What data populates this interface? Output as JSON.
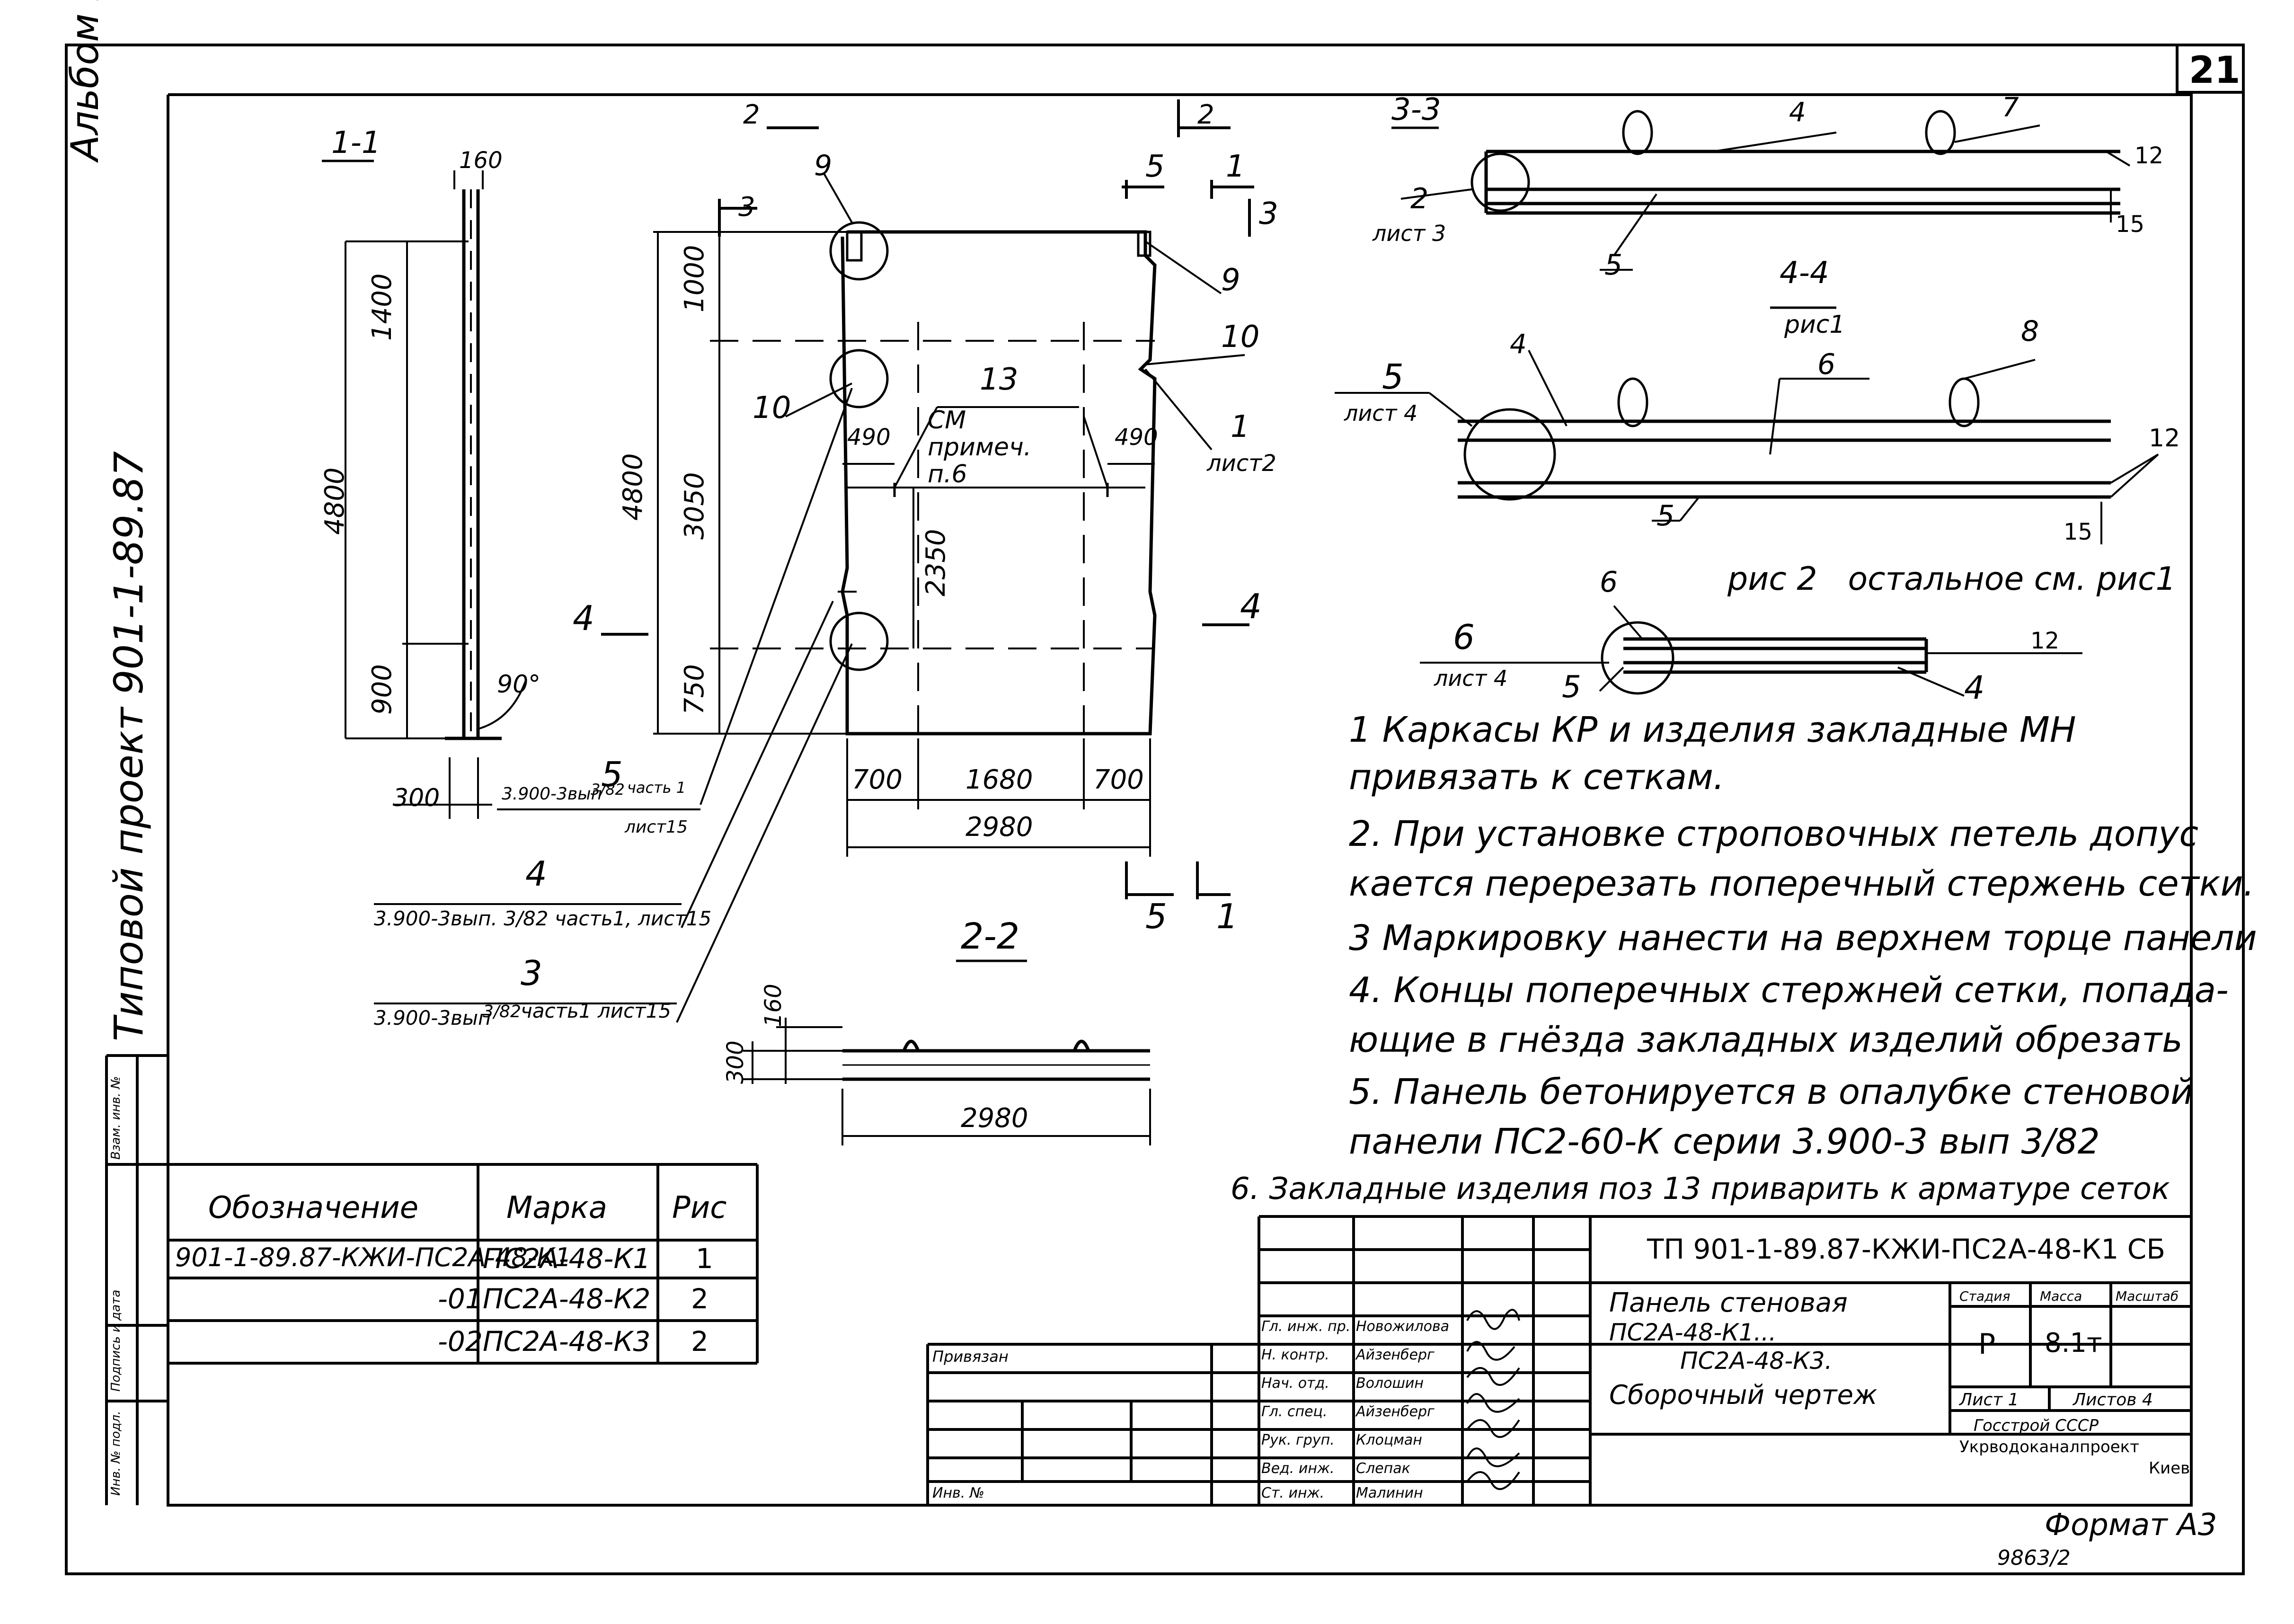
{
  "sheet": {
    "sheet_number": "21",
    "album": "Альбом IV",
    "project": "Типовой проект 901-1-89.87",
    "format": "Формат А3",
    "inv": "9863/2",
    "stamp_side": [
      "Инв. № подл.",
      "Подпись и дата",
      "Взам. инв. №"
    ]
  },
  "views": {
    "section_1_1": {
      "title": "1-1",
      "dims": [
        "160",
        "1400",
        "4800",
        "900",
        "300",
        "90°"
      ]
    },
    "front": {
      "section_marks": [
        "2",
        "2",
        "5",
        "1",
        "3",
        "3",
        "4",
        "4",
        "5",
        "1"
      ],
      "positions": [
        "9",
        "9",
        "10",
        "10",
        "13",
        "1"
      ],
      "see_note": "СМ примеч. п.6",
      "sheet_ref_1": "лист2",
      "dims_vertical": [
        "1000",
        "4800",
        "3050",
        "2350",
        "750"
      ],
      "dims_490_left": "490",
      "dims_490_right": "490",
      "dims_bottom": [
        "700",
        "1680",
        "700",
        "2980"
      ],
      "callouts": [
        {
          "pos": "5",
          "ref_a": "3.900-3вып",
          "ref_b": "3/82",
          "ref_c": "часть 1",
          "ref_d": "лист15"
        },
        {
          "pos": "4",
          "ref": "3.900-3вып. 3/82 часть1, лист15"
        },
        {
          "pos": "3",
          "ref_a": "3.900-3вып",
          "ref_b": "3/82",
          "ref_c": "часть1 лист15"
        }
      ]
    },
    "section_2_2": {
      "title": "2-2",
      "dims": [
        "160",
        "300",
        "2980"
      ]
    },
    "section_3_3": {
      "title": "3-3",
      "labels": [
        "4",
        "7",
        "12",
        "15",
        "5",
        "2",
        "лист 3"
      ]
    },
    "section_4_4": {
      "title": "4-4",
      "subtitle": "рис1",
      "labels": [
        "4",
        "6",
        "8",
        "12",
        "15",
        "5",
        "5",
        "лист 4"
      ]
    },
    "fig2": {
      "caption": "рис 2   остальное см. рис1",
      "labels": [
        "6",
        "лист 4",
        "12",
        "4",
        "5",
        "6"
      ]
    }
  },
  "notes": [
    "1 Каркасы КР и изделия закладные МН",
    "привязать к сеткам.",
    "2. При установке строповочных петель допус",
    "кается перерезать поперечный стержень сетки.",
    "3 Маркировку нанести на верхнем торце панели",
    "4. Концы поперечных стержней сетки, попада-",
    "ющие в гнёзда закладных изделий обрезать",
    "5. Панель бетонируется в опалубке стеновой",
    "панели ПС2-60-К серии 3.900-3 вып 3/82",
    "6. Закладные изделия поз 13 приварить к арматуре сеток"
  ],
  "spec_table": {
    "headers": [
      "Обозначение",
      "Марка",
      "Рис"
    ],
    "rows": [
      [
        "901-1-89.87-КЖИ-ПС2А-48-К1",
        "ПС2А-48-К1",
        "1"
      ],
      [
        "-01",
        "ПС2А-48-К2",
        "2"
      ],
      [
        "-02",
        "ПС2А-48-К3",
        "2"
      ]
    ]
  },
  "title_block": {
    "doc_code": "ТП 901-1-89.87-КЖИ-ПС2А-48-К1 СБ",
    "title_lines": [
      "Панель стеновая",
      "ПС2А-48-К1...",
      "ПС2А-48-К3.",
      "Сборочный чертеж"
    ],
    "stage_label": "Стадия",
    "mass_label": "Масса",
    "scale_label": "Масштаб",
    "stage": "Р",
    "mass": "8.1т",
    "sheet_label": "Лист 1",
    "sheets_label": "Листов 4",
    "org": [
      "Госстрой СССР",
      "Укрводоканалпроект",
      "Киев"
    ],
    "bound": "Привязан",
    "inv_no": "Инв. №",
    "roles": [
      {
        "role": "Гл. инж. пр.",
        "name": "Новожилова"
      },
      {
        "role": "Н. контр.",
        "name": "Айзенберг"
      },
      {
        "role": "Нач. отд.",
        "name": "Волошин"
      },
      {
        "role": "Гл. спец.",
        "name": "Айзенберг"
      },
      {
        "role": "Рук. груп.",
        "name": "Клоцман"
      },
      {
        "role": "Вед. инж.",
        "name": "Слепак"
      },
      {
        "role": "Ст. инж.",
        "name": "Малинин"
      }
    ]
  }
}
